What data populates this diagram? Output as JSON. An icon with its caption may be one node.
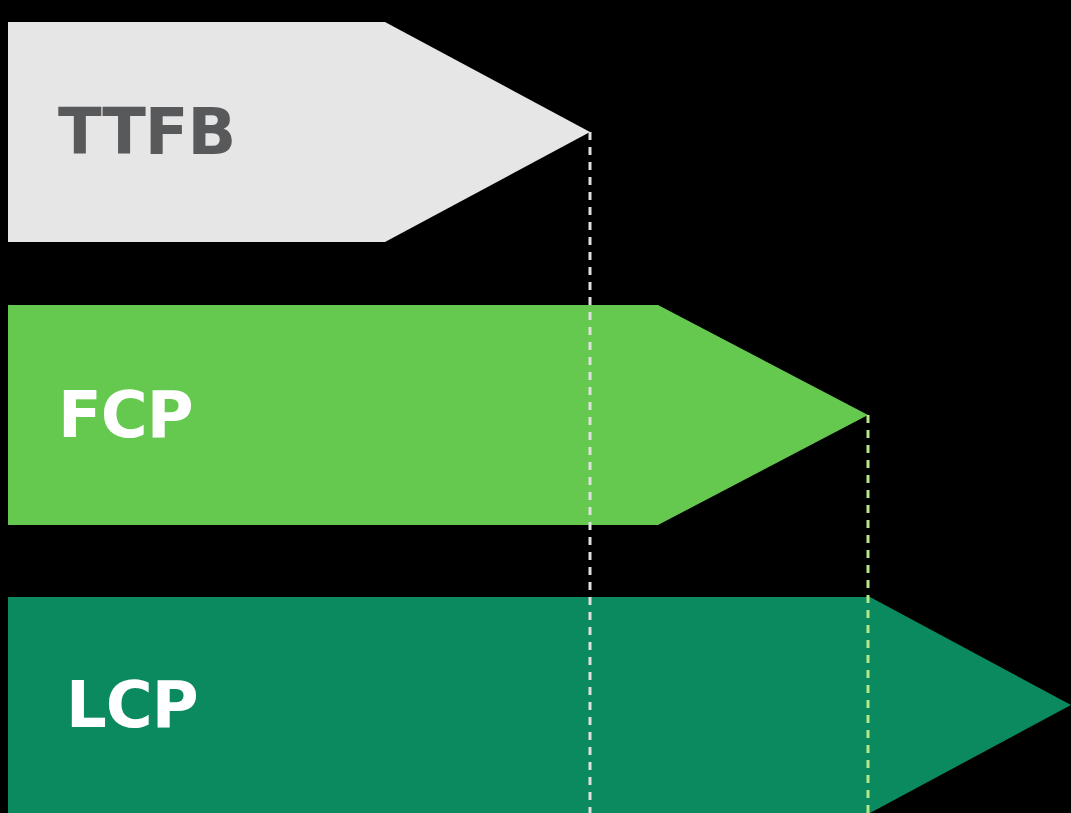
{
  "diagram": {
    "nodes": [
      {
        "text": [
          "TTFB"
        ]
      },
      {
        "text": [
          "FCP"
        ]
      },
      {
        "text": [
          "LCP"
        ]
      }
    ]
  }
}
